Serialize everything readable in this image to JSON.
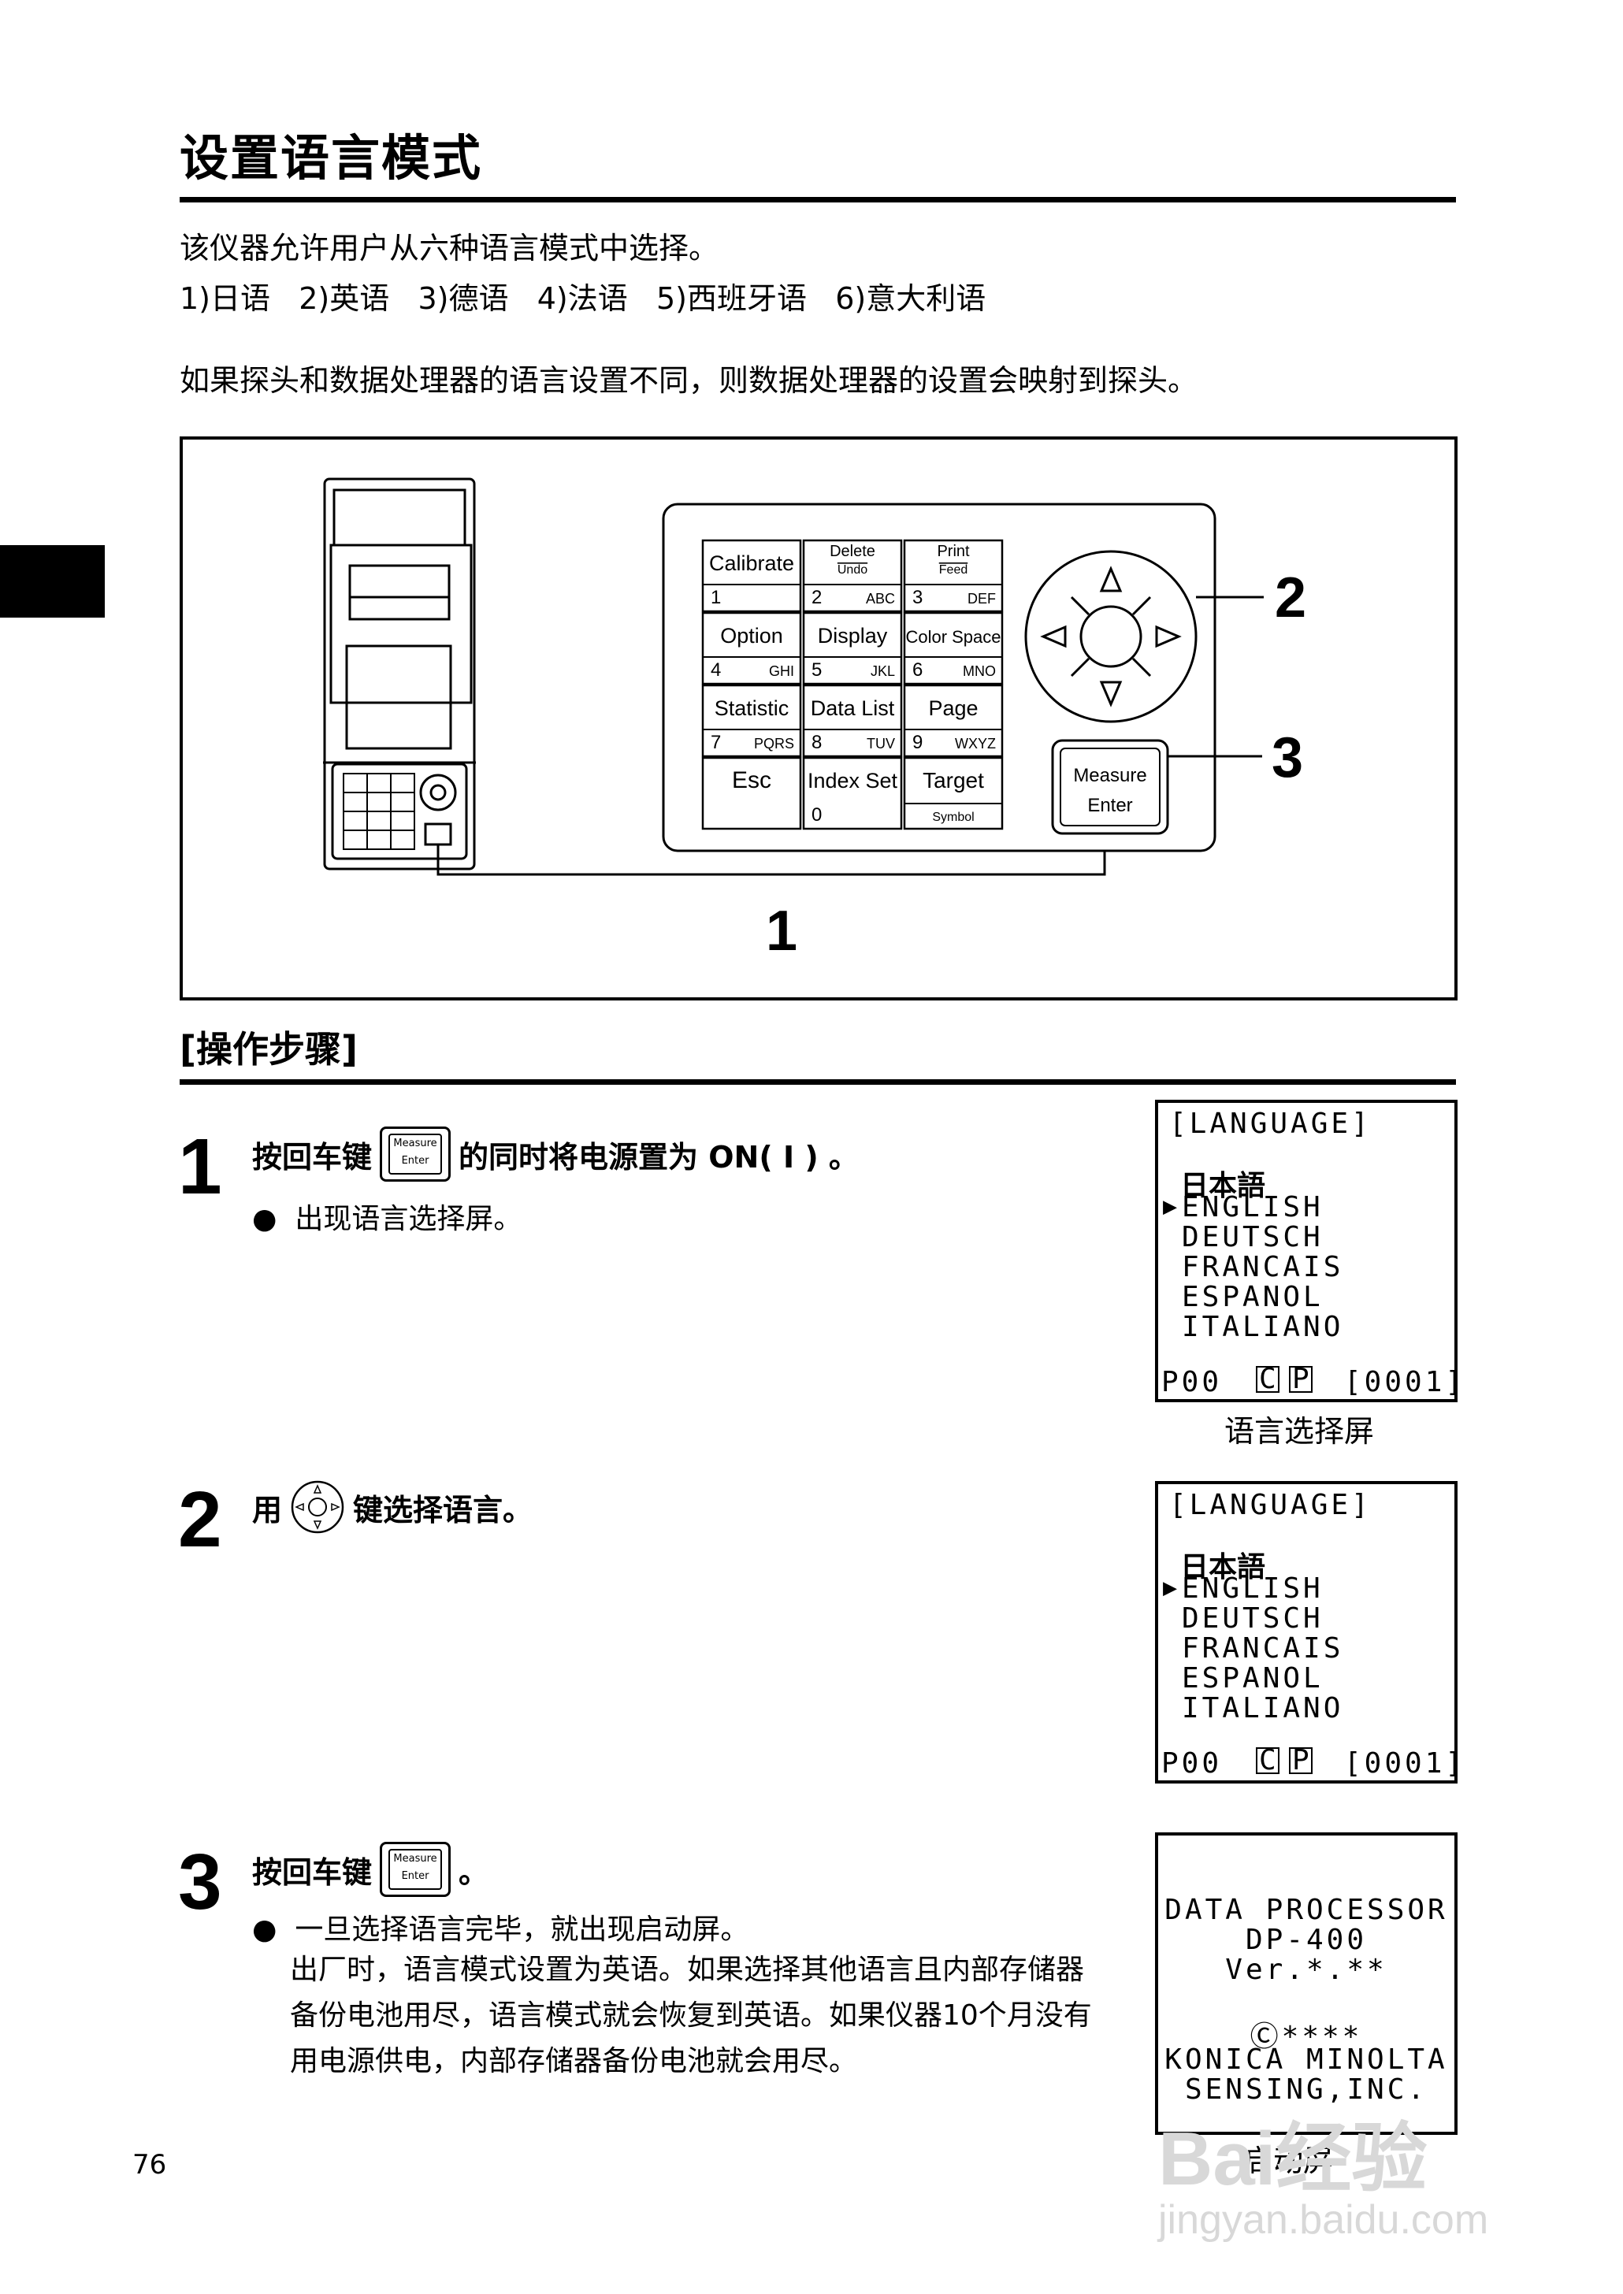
{
  "title": "设置语言模式",
  "intro": {
    "line1": "该仪器允许用户从六种语言模式中选择。",
    "line2": "1)日语   2)英语   3)德语   4)法语   5)西班牙语   6)意大利语",
    "line3": "如果探头和数据处理器的语言设置不同，则数据处理器的设置会映射到探头。"
  },
  "figure": {
    "keys": [
      {
        "top": "Calibrate",
        "num": "1",
        "letters": "",
        "sub": ""
      },
      {
        "top": "Delete",
        "num": "2",
        "letters": "ABC",
        "sub": "Undo"
      },
      {
        "top": "Print",
        "num": "3",
        "letters": "DEF",
        "sub": "Feed"
      },
      {
        "top": "Option",
        "num": "4",
        "letters": "GHI",
        "sub": ""
      },
      {
        "top": "Display",
        "num": "5",
        "letters": "JKL",
        "sub": ""
      },
      {
        "top": "Color Space",
        "num": "6",
        "letters": "MNO",
        "sub": ""
      },
      {
        "top": "Statistic",
        "num": "7",
        "letters": "PQRS",
        "sub": ""
      },
      {
        "top": "Data List",
        "num": "8",
        "letters": "TUV",
        "sub": ""
      },
      {
        "top": "Page",
        "num": "9",
        "letters": "WXYZ",
        "sub": ""
      },
      {
        "top": "Esc",
        "num": "",
        "letters": "",
        "sub": ""
      },
      {
        "top": "Index Set",
        "num": "0",
        "letters": "",
        "sub": ""
      },
      {
        "top": "Target",
        "num": "",
        "letters": "",
        "sub": "Symbol"
      }
    ],
    "measure_line1": "Measure",
    "measure_line2": "Enter",
    "callout1": "1",
    "callout2": "2",
    "callout3": "3"
  },
  "section_heading": "[操作步骤]",
  "steps": [
    {
      "num": "1",
      "text_before": "按回车键",
      "text_after": "的同时将电源置为 ON( I ) 。",
      "bullet": "出现语言选择屏。"
    },
    {
      "num": "2",
      "text_before": "用",
      "text_after": "键选择语言。"
    },
    {
      "num": "3",
      "text_before": "按回车键",
      "text_after": "。",
      "bullet": "一旦选择语言完毕，就出现启动屏。",
      "para": "出厂时，语言模式设置为英语。如果选择其他语言且内部存储器备份电池用尽，语言模式就会恢复到英语。如果仪器10个月没有用电源供电，内部存储器备份电池就会用尽。"
    }
  ],
  "key_icon": {
    "line1": "Measure",
    "line2": "Enter"
  },
  "screen_language": {
    "header": "[LANGUAGE]",
    "items": [
      "日本語",
      "ENGLISH",
      "DEUTSCH",
      "FRANCAIS",
      "ESPANOL",
      "ITALIANO"
    ],
    "cursor": "▶",
    "footer_left": "P00",
    "footer_c": "C",
    "footer_p": "P",
    "footer_right": "[0001]"
  },
  "caption1": "语言选择屏",
  "screen_start": {
    "lines": [
      "DATA PROCESSOR",
      "DP-400",
      "Ver.*.**",
      "Ⓒ****",
      "KONICA MINOLTA",
      "SENSING,INC."
    ]
  },
  "caption3": "启动屏",
  "page_number": "76",
  "watermark": {
    "brand": "Bai经验",
    "url": "jingyan.baidu.com"
  }
}
